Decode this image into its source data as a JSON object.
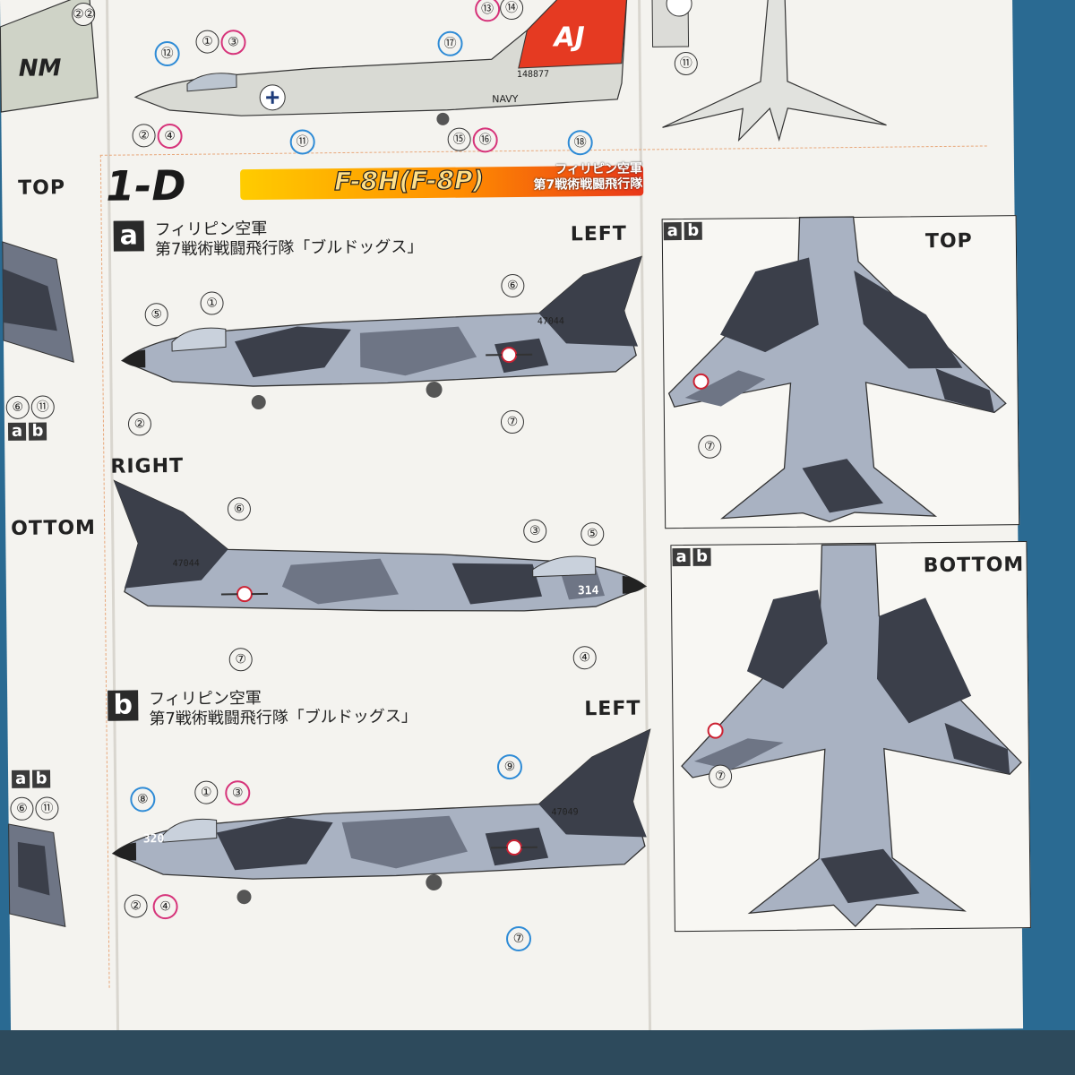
{
  "section": {
    "code": "1-D",
    "aircraft": "F-8H(F-8P)",
    "unit_line1": "フィリピン空軍",
    "unit_line2": "第7戦術戦闘飛行隊"
  },
  "top_strip": {
    "callouts_left": [
      "②②"
    ],
    "callouts": [
      "⑫",
      "①",
      "③",
      "⑬",
      "⑭",
      "⑰",
      "②",
      "④",
      "⑪",
      "⑮",
      "⑯",
      "⑱",
      "⑪"
    ],
    "tail_code": "AJ",
    "serial": "148877",
    "navy": "NAVY"
  },
  "left_partial": {
    "top_label": "TOP",
    "bottom_label": "OTTOM",
    "tags": [
      "a",
      "b"
    ],
    "callouts": [
      "⑥",
      "⑪"
    ]
  },
  "variant_a": {
    "letter": "a",
    "line1": "フィリピン空軍",
    "line2": "第7戦術戦闘飛行隊「ブルドッグス」",
    "left_label": "LEFT",
    "right_label": "RIGHT",
    "tail_number": "47044",
    "nose_number": "314",
    "left_callouts": {
      "c6": "⑥",
      "c5": "⑤",
      "c1": "①",
      "c2": "②",
      "c7": "⑦"
    },
    "right_callouts": {
      "c6": "⑥",
      "c3": "③",
      "c5": "⑤",
      "c7": "⑦",
      "c4": "④"
    }
  },
  "variant_b": {
    "letter": "b",
    "line1": "フィリピン空軍",
    "line2": "第7戦術戦闘飛行隊「ブルドッグス」",
    "left_label": "LEFT",
    "tail_number": "47049",
    "nose_number": "320",
    "callouts": {
      "c9": "⑨",
      "c8": "⑧",
      "c1": "①",
      "c3": "③",
      "c2": "②",
      "c4": "④",
      "c7": "⑦"
    }
  },
  "top_view": {
    "tags": [
      "a",
      "b"
    ],
    "label": "TOP",
    "callout": "⑦"
  },
  "bottom_view": {
    "tags": [
      "a",
      "b"
    ],
    "label": "BOTTOM",
    "callout": "⑦"
  },
  "colors": {
    "camo_light": "#a9b2c2",
    "camo_dark": "#3b3f4a",
    "camo_mid": "#6e7585",
    "paper": "#f4f3ef",
    "callout_blue": "#2e8bd6",
    "callout_pink": "#d6337a",
    "tail_red": "#e53a22"
  }
}
